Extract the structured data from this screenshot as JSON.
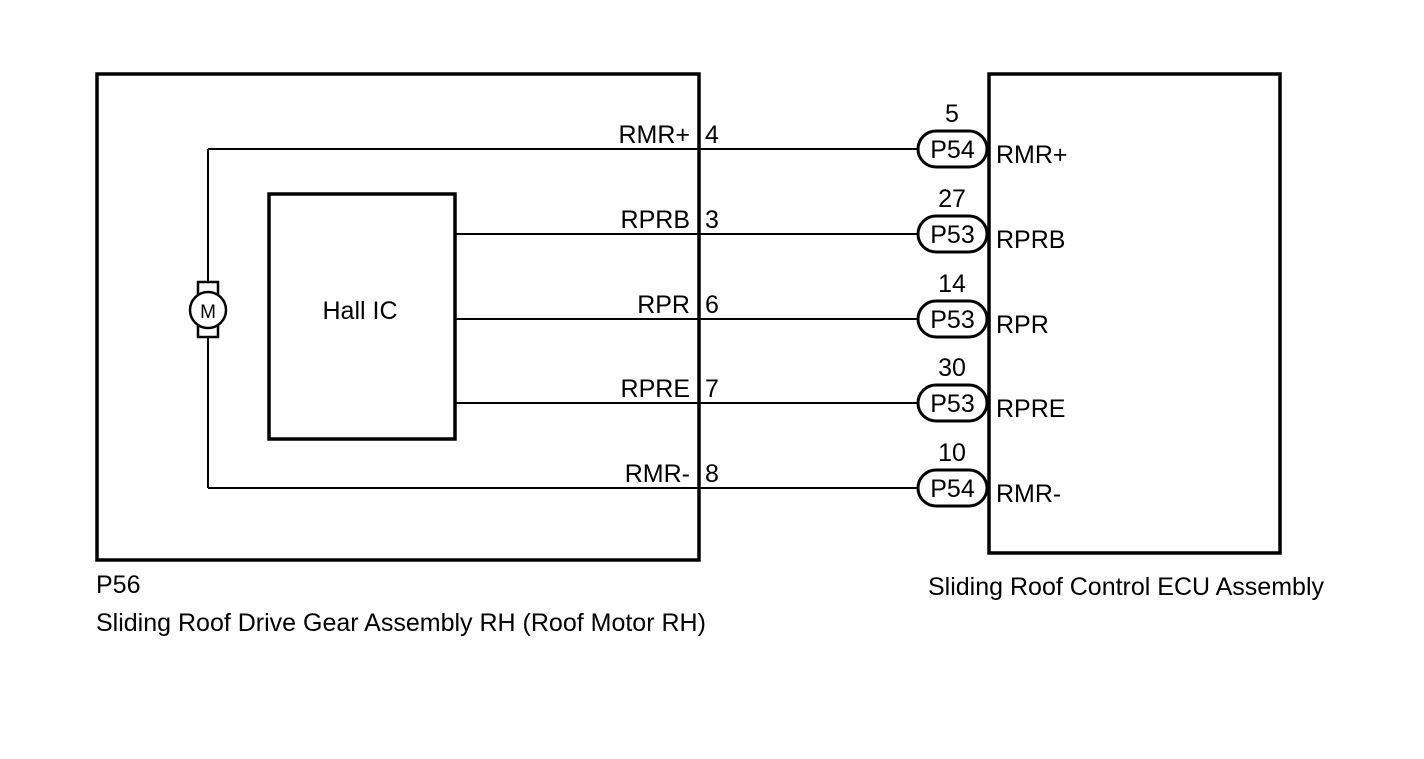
{
  "left_component": {
    "code": "P56",
    "name": "Sliding Roof Drive Gear Assembly RH (Roof Motor RH)",
    "hall_ic_label": "Hall IC",
    "motor_symbol": "M"
  },
  "right_component": {
    "name": "Sliding Roof Control ECU Assembly"
  },
  "wires": [
    {
      "left_terminal": "RMR+",
      "left_pin": "4",
      "connector": "P54",
      "right_pin": "5",
      "right_terminal": "RMR+"
    },
    {
      "left_terminal": "RPRB",
      "left_pin": "3",
      "connector": "P53",
      "right_pin": "27",
      "right_terminal": "RPRB"
    },
    {
      "left_terminal": "RPR",
      "left_pin": "6",
      "connector": "P53",
      "right_pin": "14",
      "right_terminal": "RPR"
    },
    {
      "left_terminal": "RPRE",
      "left_pin": "7",
      "connector": "P53",
      "right_pin": "30",
      "right_terminal": "RPRE"
    },
    {
      "left_terminal": "RMR-",
      "left_pin": "8",
      "connector": "P54",
      "right_pin": "10",
      "right_terminal": "RMR-"
    }
  ]
}
